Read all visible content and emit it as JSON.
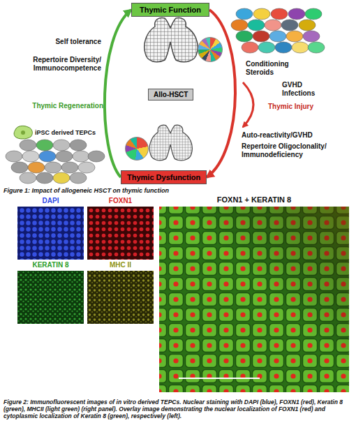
{
  "diagram": {
    "nodes": [
      {
        "text": [
          "Thymic Function"
        ]
      },
      {
        "text": [
          "Allo-HSCT"
        ]
      },
      {
        "text": [
          "Thymic Dysfunction"
        ]
      },
      {
        "text": [
          "DAPI"
        ]
      },
      {
        "text": [
          "FOXN1"
        ]
      },
      {
        "text": [
          "KERATIN 8"
        ]
      },
      {
        "text": [
          "MHC II"
        ]
      },
      {
        "text": [
          "FOXN1 + KERATIN 8"
        ]
      }
    ],
    "edges": [
      {
        "from": 2,
        "to": 0,
        "arrow": "to",
        "label": "Thymic Regeneration"
      },
      {
        "from": 0,
        "to": 2,
        "arrow": "to",
        "label": "Thymic Injury"
      }
    ],
    "labels": [
      "Self tolerance",
      "Repertoire Diversity/ Immunocompetence",
      "Conditioning Steroids",
      "GVHD Infections",
      "Auto-reactivity/GVHD",
      "Repertoire Oligoclonality/ Immunodeficiency",
      "iPSC derived TEPCs",
      "Figure 1: Impact of allogeneic HSCT on thymic function",
      "Figure 2: Immunofluorescent images of in vitro derived TEPCs. Nuclear staining with DAPI (blue), FOXN1 (red), Keratin 8 (green), MHCII (light green) (right panel). Overlay image demonstrating the nuclear localization of FOXN1 (red) and cytoplasmic localization of Keratin 8 (green), respectively (left)."
    ]
  }
}
